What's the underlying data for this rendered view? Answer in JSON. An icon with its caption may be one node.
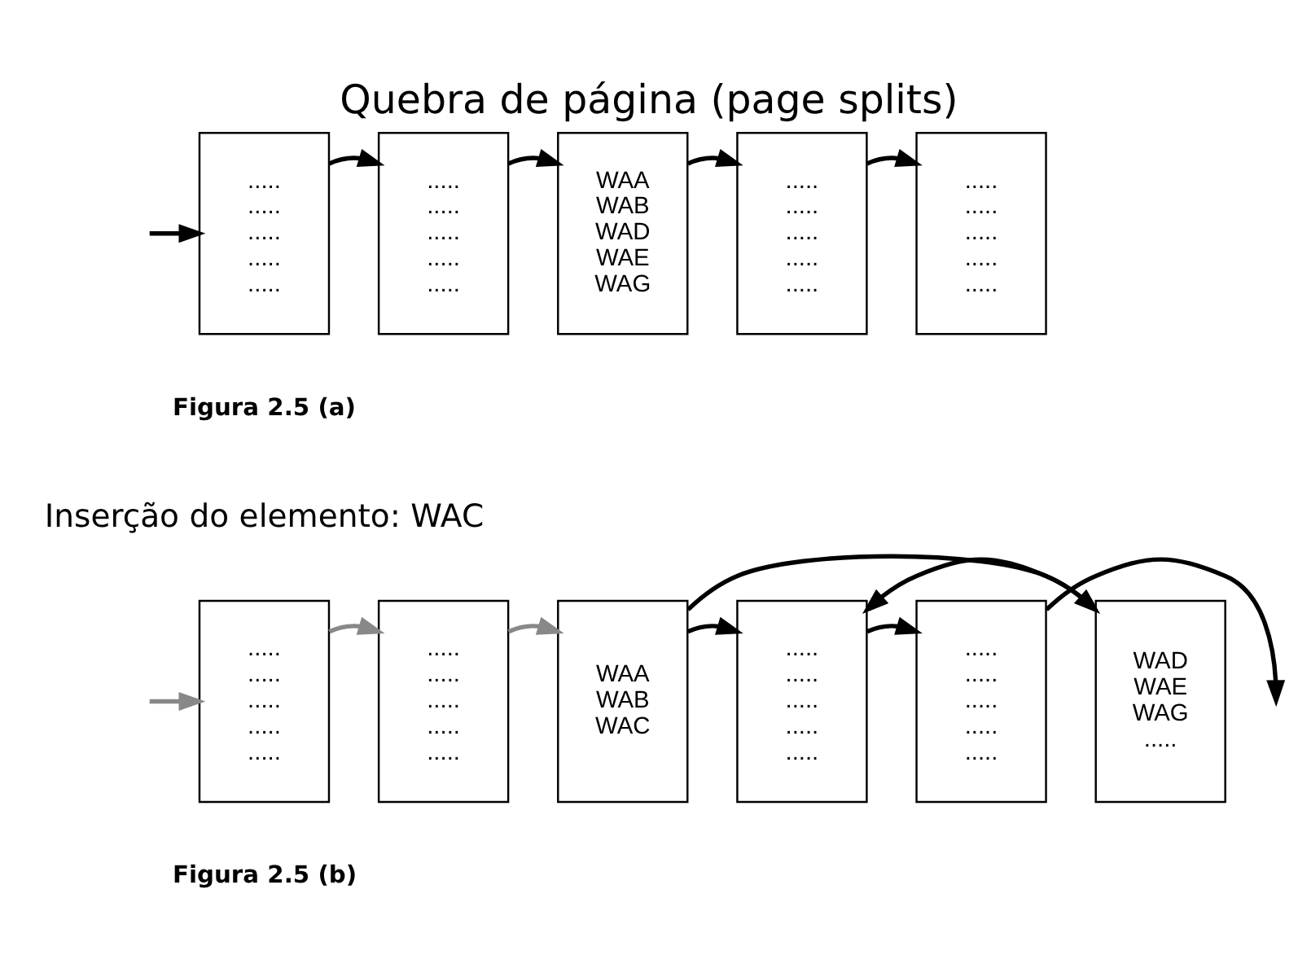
{
  "diagram": {
    "title": "Quebra de página (page splits)",
    "nodes": [
      {
        "text": [
          ".....",
          ".....",
          ".....",
          ".....",
          "....."
        ]
      },
      {
        "text": [
          ".....",
          ".....",
          ".....",
          ".....",
          "....."
        ]
      },
      {
        "text": [
          "WAA",
          "WAB",
          "WAD",
          "WAE",
          "WAG"
        ]
      },
      {
        "text": [
          ".....",
          ".....",
          ".....",
          ".....",
          "....."
        ]
      },
      {
        "text": [
          ".....",
          ".....",
          ".....",
          ".....",
          "....."
        ]
      },
      {
        "text": [
          ".....",
          ".....",
          ".....",
          ".....",
          "....."
        ]
      },
      {
        "text": [
          ".....",
          ".....",
          ".....",
          ".....",
          "....."
        ]
      },
      {
        "text": [
          "WAA",
          "WAB",
          "WAC"
        ]
      },
      {
        "text": [
          ".....",
          ".....",
          ".....",
          ".....",
          "....."
        ]
      },
      {
        "text": [
          ".....",
          ".....",
          ".....",
          ".....",
          "....."
        ]
      },
      {
        "text": [
          "WAD",
          "WAE",
          "WAG",
          "....."
        ]
      }
    ],
    "edges": [
      {
        "from": null,
        "to": 0,
        "arrow": "to"
      },
      {
        "from": 0,
        "to": 1,
        "arrow": "to"
      },
      {
        "from": 1,
        "to": 2,
        "arrow": "to"
      },
      {
        "from": 2,
        "to": 3,
        "arrow": "to"
      },
      {
        "from": 3,
        "to": 4,
        "arrow": "to"
      },
      {
        "from": null,
        "to": 5,
        "arrow": "to",
        "color": "#888888"
      },
      {
        "from": 5,
        "to": 6,
        "arrow": "to",
        "color": "#888888"
      },
      {
        "from": 6,
        "to": 7,
        "arrow": "to",
        "color": "#888888"
      },
      {
        "from": 7,
        "to": 8,
        "arrow": "to"
      },
      {
        "from": 8,
        "to": 9,
        "arrow": "to"
      },
      {
        "from": 7,
        "to": 10,
        "arrow": "to"
      },
      {
        "from": 10,
        "to": 8,
        "arrow": "to"
      },
      {
        "from": 9,
        "to": null,
        "arrow": "to"
      }
    ],
    "labels": [
      "Figura 2.5 (a)",
      "Inserção do elemento: WAC",
      "Figura 2.5 (b)"
    ]
  }
}
